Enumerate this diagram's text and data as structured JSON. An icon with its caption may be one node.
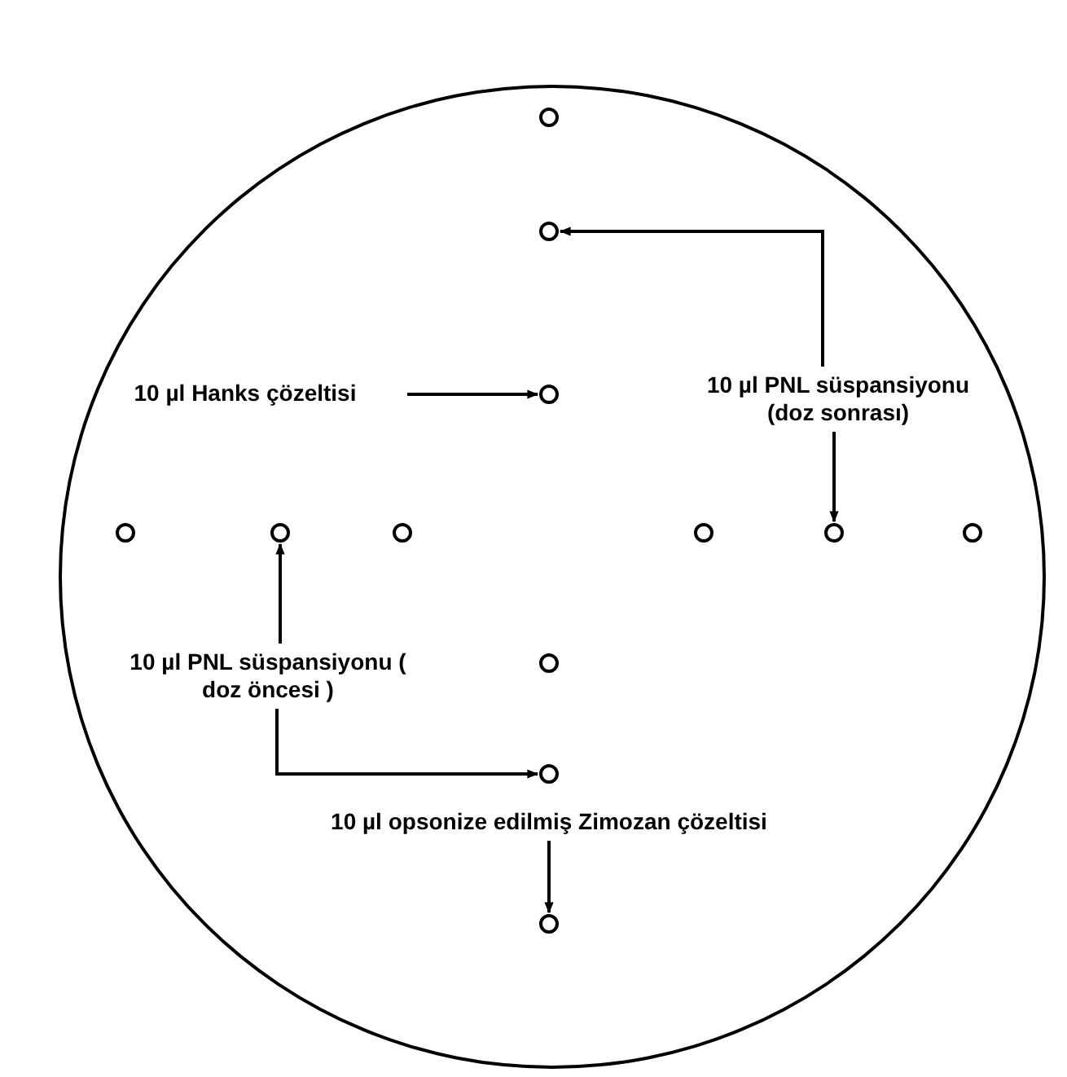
{
  "diagram": {
    "nodes": [
      {
        "text": [],
        "shape": "circle"
      },
      {
        "text": [],
        "shape": "circle",
        "in": 0
      },
      {
        "text": [],
        "shape": "circle",
        "in": 0
      },
      {
        "text": [
          "10 µl Hanks çözeltisi"
        ],
        "in": 0
      },
      {
        "text": [],
        "shape": "circle",
        "in": 0
      },
      {
        "text": [
          "10 µl PNL süspansiyonu (doz sonrası)"
        ],
        "in": 0
      },
      {
        "text": [],
        "shape": "circle",
        "in": 0
      },
      {
        "text": [],
        "shape": "circle",
        "in": 0
      },
      {
        "text": [],
        "shape": "circle",
        "in": 0
      },
      {
        "text": [],
        "shape": "circle",
        "in": 0
      },
      {
        "text": [],
        "shape": "circle",
        "in": 0
      },
      {
        "text": [],
        "shape": "circle",
        "in": 0
      },
      {
        "text": [
          "10 µl PNL süspansiyonu ( doz öncesi )"
        ],
        "in": 0
      },
      {
        "text": [],
        "shape": "circle",
        "in": 0
      },
      {
        "text": [],
        "shape": "circle",
        "in": 0
      },
      {
        "text": [
          "10 µl opsonize edilmiş Zimozan çözeltisi"
        ],
        "in": 0
      },
      {
        "text": [],
        "shape": "circle",
        "in": 0
      }
    ],
    "edges": [
      {
        "from": 5,
        "to": 2,
        "arrow": "to"
      },
      {
        "from": 3,
        "to": 4,
        "arrow": "to"
      },
      {
        "from": 5,
        "to": 10,
        "arrow": "to"
      },
      {
        "from": 12,
        "to": 7,
        "arrow": "to"
      },
      {
        "from": 12,
        "to": 14,
        "arrow": "to"
      },
      {
        "from": 15,
        "to": 16,
        "arrow": "to"
      }
    ]
  }
}
